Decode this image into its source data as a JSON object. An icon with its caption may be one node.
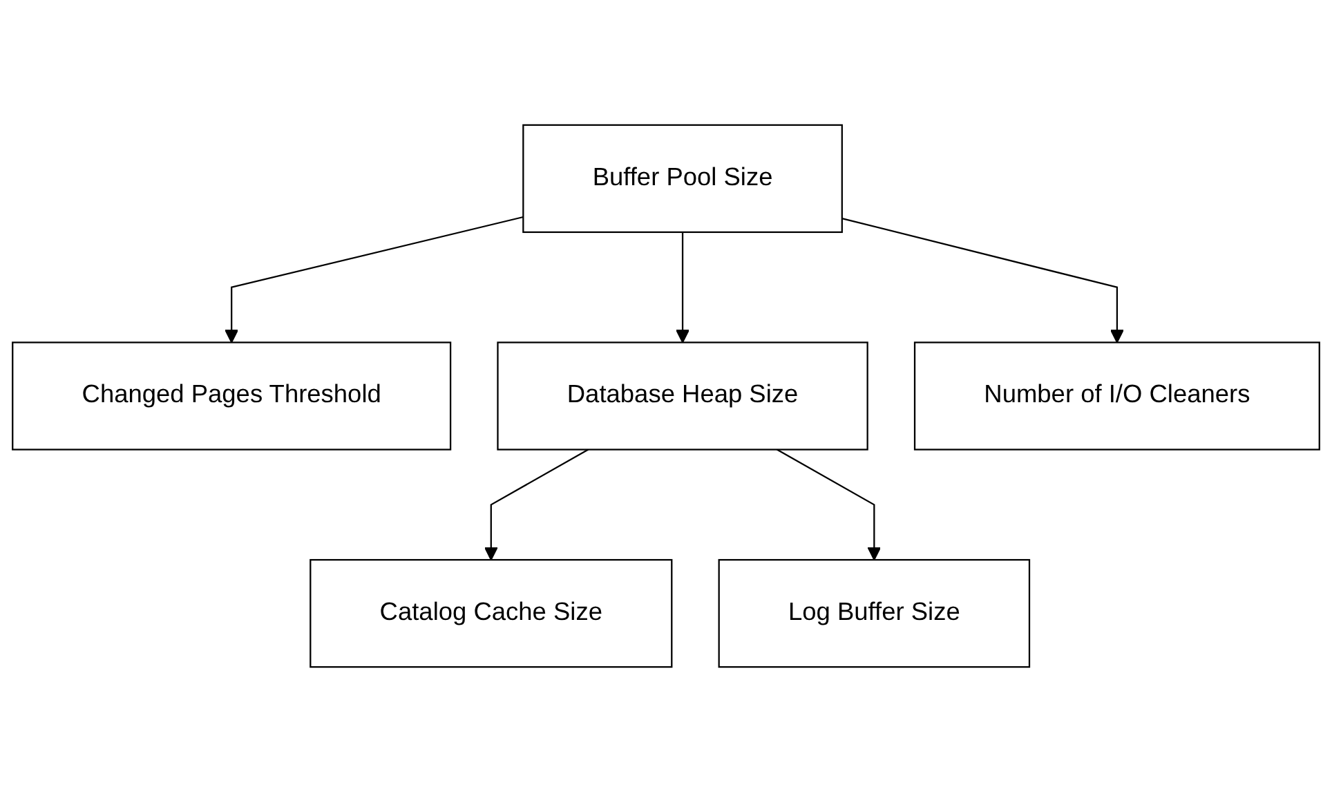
{
  "diagram": {
    "nodes": [
      {
        "text": [
          "Buffer Pool Size"
        ]
      },
      {
        "text": [
          "Changed Pages Threshold"
        ]
      },
      {
        "text": [
          "Database Heap Size"
        ]
      },
      {
        "text": [
          "Number of I/O Cleaners"
        ]
      },
      {
        "text": [
          "Catalog Cache Size"
        ]
      },
      {
        "text": [
          "Log Buffer Size"
        ]
      }
    ],
    "edges": [
      {
        "from": 0,
        "to": 1,
        "arrow": "to"
      },
      {
        "from": 0,
        "to": 2,
        "arrow": "to"
      },
      {
        "from": 0,
        "to": 3,
        "arrow": "to"
      },
      {
        "from": 2,
        "to": 4,
        "arrow": "to"
      },
      {
        "from": 2,
        "to": 5,
        "arrow": "to"
      }
    ]
  }
}
